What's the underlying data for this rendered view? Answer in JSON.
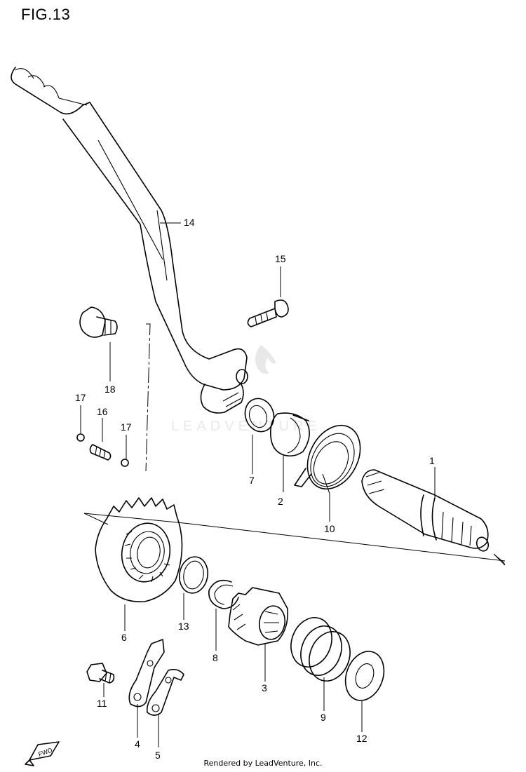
{
  "figure": {
    "title": "FIG.13",
    "credit": "Rendered by LeadVenture, Inc.",
    "watermark": "LEADVENTURE",
    "direction_badge": "FWD"
  },
  "callouts": [
    {
      "id": "1",
      "label": "1"
    },
    {
      "id": "2",
      "label": "2"
    },
    {
      "id": "3",
      "label": "3"
    },
    {
      "id": "4",
      "label": "4"
    },
    {
      "id": "5",
      "label": "5"
    },
    {
      "id": "6",
      "label": "6"
    },
    {
      "id": "7",
      "label": "7"
    },
    {
      "id": "8",
      "label": "8"
    },
    {
      "id": "9",
      "label": "9"
    },
    {
      "id": "10",
      "label": "10"
    },
    {
      "id": "11",
      "label": "11"
    },
    {
      "id": "12",
      "label": "12"
    },
    {
      "id": "13",
      "label": "13"
    },
    {
      "id": "14",
      "label": "14"
    },
    {
      "id": "15",
      "label": "15"
    },
    {
      "id": "16",
      "label": "16"
    },
    {
      "id": "17a",
      "label": "17"
    },
    {
      "id": "17b",
      "label": "17"
    },
    {
      "id": "18",
      "label": "18"
    }
  ]
}
